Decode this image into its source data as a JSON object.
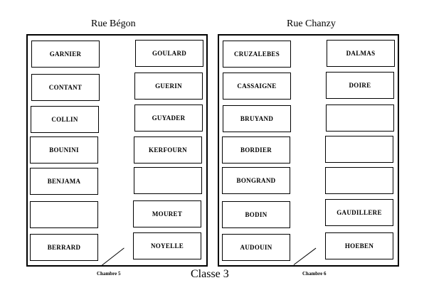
{
  "rooms": [
    {
      "street": "Rue Bégon",
      "room_label": "Chambre 5",
      "desks": [
        "GARNIER",
        "CONTANT",
        "COLLIN",
        "BOUNINI",
        "BENJAMA",
        "",
        "BERRARD",
        "GOULARD",
        "GUERIN",
        "GUYADER",
        "KERFOURN",
        "",
        "MOURET",
        "NOYELLE"
      ]
    },
    {
      "street": "Rue Chanzy",
      "room_label": "Chambre 6",
      "desks": [
        "CRUZALEBES",
        "CASSAIGNE",
        "BRUYAND",
        "BORDIER",
        "BONGRAND",
        "BODIN",
        "AUDOUIN",
        "DALMAS",
        "DOIRE",
        "",
        "",
        "",
        "GAUDILLERE",
        "HOEBEN"
      ]
    }
  ],
  "class_label": "Classe 3"
}
